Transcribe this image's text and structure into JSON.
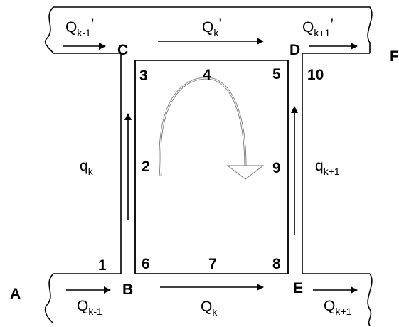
{
  "flows": {
    "top_left": {
      "base": "Q",
      "sub": "k-1",
      "prime": "’"
    },
    "top_mid": {
      "base": "Q",
      "sub": "k",
      "prime": "’"
    },
    "top_right": {
      "base": "Q",
      "sub": "k+1",
      "prime": "’"
    },
    "bottom_left": {
      "base": "Q",
      "sub": "k-1"
    },
    "bottom_mid": {
      "base": "Q",
      "sub": "k"
    },
    "bottom_right": {
      "base": "Q",
      "sub": "k+1"
    },
    "left_vertical": {
      "base": "q",
      "sub": "k"
    },
    "right_vertical": {
      "base": "q",
      "sub": "k+1"
    }
  },
  "nodes": {
    "a": "A",
    "b": "B",
    "c": "C",
    "d": "D",
    "e": "E",
    "f": "F"
  },
  "points": {
    "p1": "1",
    "p2": "2",
    "p3": "3",
    "p4": "4",
    "p5": "5",
    "p6": "6",
    "p7": "7",
    "p8": "8",
    "p9": "9",
    "p10": "10"
  }
}
